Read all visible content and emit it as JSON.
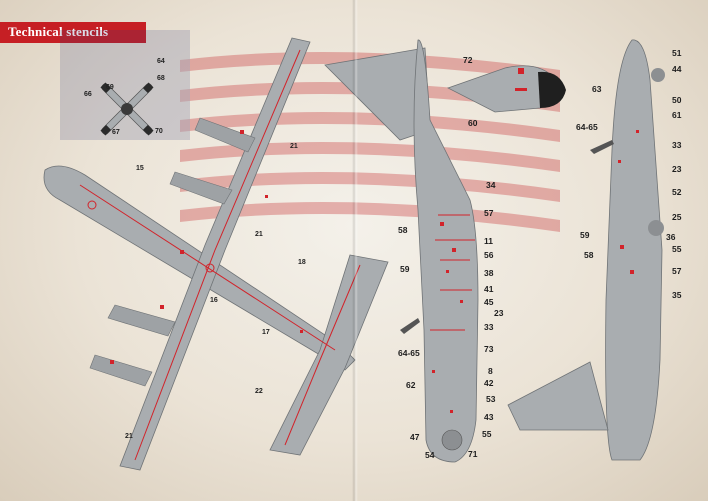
{
  "title": "Technical stencils",
  "colors": {
    "title_band": "#c61f24",
    "aircraft_grey": "#a9adb0",
    "stencil_red": "#d2232a",
    "flag_red": "#c8373a",
    "flag_blue": "#2d3a7a"
  },
  "propeller_callouts": [
    "64",
    "69",
    "68",
    "66",
    "67",
    "70"
  ],
  "top_view_callouts": [
    "21",
    "21",
    "21",
    "22",
    "18",
    "17",
    "16",
    "15"
  ],
  "side_view_callouts": [
    "58",
    "59",
    "34",
    "57",
    "11",
    "56",
    "38",
    "41",
    "45",
    "23",
    "33",
    "73",
    "8",
    "42",
    "53",
    "43",
    "55",
    "71",
    "47",
    "54",
    "62",
    "64-65"
  ],
  "nose_callouts": [
    "72",
    "60"
  ],
  "right_view_callouts": [
    "51",
    "44",
    "50",
    "61",
    "33",
    "23",
    "52",
    "25",
    "63",
    "64-65",
    "59",
    "58",
    "36",
    "55",
    "57",
    "35"
  ]
}
